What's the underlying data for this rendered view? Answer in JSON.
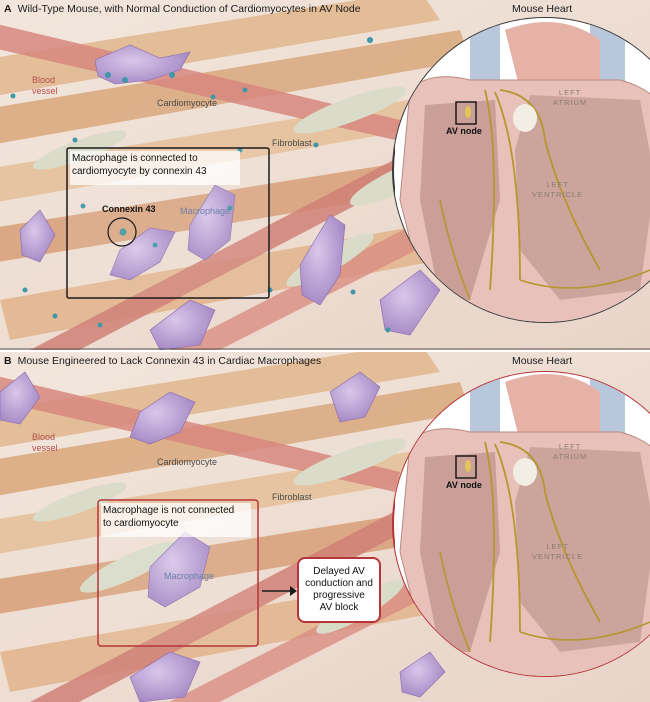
{
  "panel_a": {
    "letter": "A",
    "title": "Wild-Type Mouse, with Normal Conduction of Cardiomyocytes in AV Node",
    "heart_title": "Mouse Heart",
    "labels": {
      "blood_vessel": "Blood\nvessel",
      "cardiomyocyte": "Cardiomyocyte",
      "fibroblast": "Fibroblast",
      "connexin": "Connexin 43",
      "macrophage": "Macrophage"
    },
    "callout": "Macrophage is connected to\ncardiomyocyte by connexin 43",
    "heart_labels": {
      "atrium": "LEFT\nATRIUM",
      "ventricle": "LEFT\nVENTRICLE",
      "av_node": "AV node"
    }
  },
  "panel_b": {
    "letter": "B",
    "title": "Mouse Engineered to Lack Connexin 43 in Cardiac Macrophages",
    "heart_title": "Mouse Heart",
    "labels": {
      "blood_vessel": "Blood\nvessel",
      "cardiomyocyte": "Cardiomyocyte",
      "fibroblast": "Fibroblast",
      "macrophage": "Macrophage"
    },
    "callout": "Macrophage is not connected\nto cardiomyocyte",
    "result": "Delayed AV\nconduction and\nprogressive\nAV block",
    "heart_labels": {
      "atrium": "LEFT\nATRIUM",
      "ventricle": "LEFT\nVENTRICLE",
      "av_node": "AV node"
    }
  },
  "colors": {
    "panel_a_frame": "#1a1a1a",
    "panel_b_frame": "#b5353a",
    "macrophage": "#b69bd0",
    "cardiomyocyte": "#e2b78f",
    "blood_vessel": "#d8827a",
    "fibroblast": "#d9dcc9",
    "connexin": "#3f97a8"
  }
}
